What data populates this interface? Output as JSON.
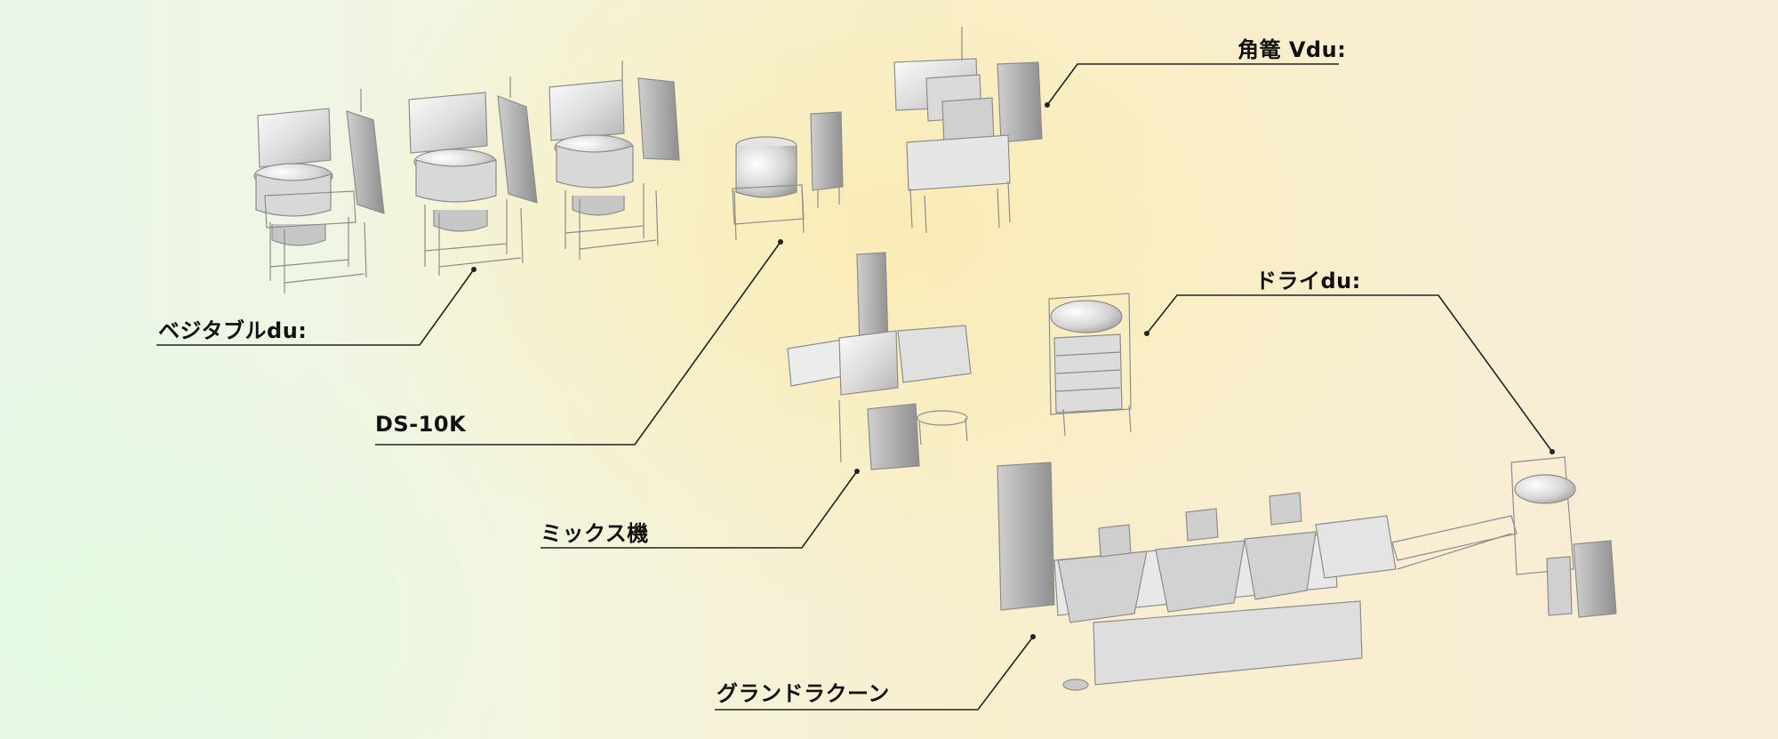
{
  "labels": {
    "vegetable": "ベジタブルdu:",
    "ds10k": "DS-10K",
    "mix": "ミックス機",
    "grand": "グランドラクーン",
    "kakuko": "角篭 Vdu:",
    "dry": "ドライdu:"
  }
}
